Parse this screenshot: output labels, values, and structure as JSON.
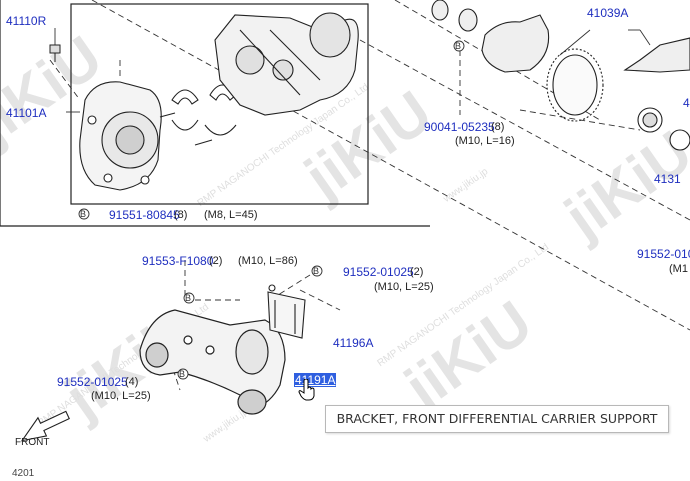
{
  "watermarks": {
    "brand": "jiKiU",
    "site": "www.jikiu.jp",
    "company": "RMP NAGANOCHI Technology Japan Co., Ltd"
  },
  "upper_parts": [
    {
      "number": "41110R",
      "spec": ""
    },
    {
      "number": "41101A",
      "spec": ""
    },
    {
      "number": "91551-80845",
      "qty": "(8)",
      "spec": "(M8, L=45)"
    },
    {
      "number": "90041-05235",
      "qty": "(8)",
      "spec": "(M10, L=16)"
    },
    {
      "number": "41039A",
      "spec": ""
    },
    {
      "number": "4131",
      "spec": ""
    },
    {
      "number": "4",
      "spec": ""
    }
  ],
  "lower_parts": [
    {
      "number": "91553-F1080",
      "qty": "(2)",
      "spec": "(M10, L=86)"
    },
    {
      "number": "91552-01025",
      "qty": "(2)",
      "spec": "(M10, L=25)"
    },
    {
      "number": "91552-010",
      "spec": "(M1"
    },
    {
      "number": "41196A",
      "spec": ""
    },
    {
      "number": "91552-01025",
      "qty": "(4)",
      "spec": "(M10, L=25)"
    },
    {
      "number": "41191A",
      "spec": ""
    }
  ],
  "markers": {
    "b": "B"
  },
  "tooltip": "BRACKET, FRONT DIFFERENTIAL CARRIER SUPPORT",
  "front_label": "FRONT",
  "page_code": "4201"
}
